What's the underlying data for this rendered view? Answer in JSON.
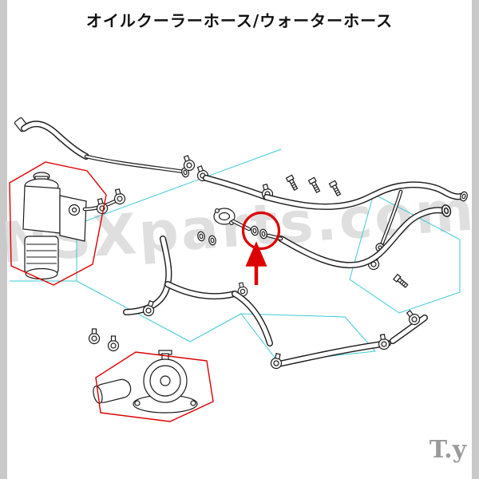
{
  "header": {
    "title": "オイルクーラーホース/ウォーターホース"
  },
  "watermark": {
    "text": "NSXparts.com"
  },
  "logo": {
    "text": "T.y"
  },
  "colors": {
    "red": "#dd0000",
    "cyan": "#3ec9da",
    "watermark": "#dcdcdc",
    "logo": "#9a9a9a",
    "line": "#1a1a1a",
    "side_bar": "#c9c9c9",
    "background": "#ffffff"
  }
}
